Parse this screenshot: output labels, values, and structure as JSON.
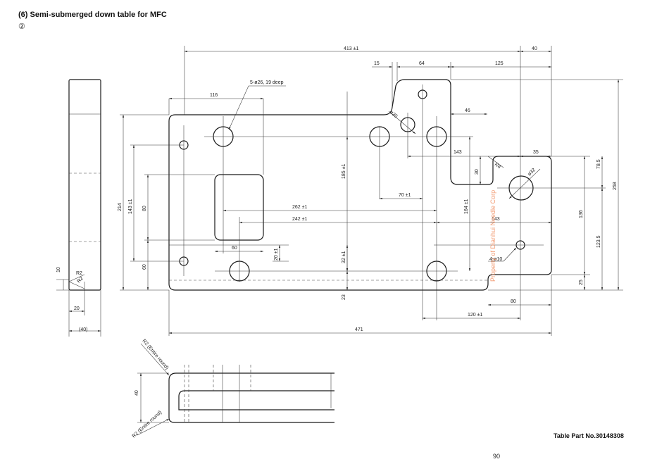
{
  "header": {
    "title": "(6) Semi-submerged down table for MFC",
    "subtitle": "②"
  },
  "footer": {
    "part_number": "Table Part No.30148308",
    "page_number": "90"
  },
  "watermark": "Property of Dianhui Needle Corp",
  "notes": {
    "holes_large": "5-ø26, 19 deep",
    "hole_20": "ø20",
    "hole_32": "ø32",
    "holes_small": "4-ø10",
    "radius_r4": "R4",
    "radius_r2_a": "R2",
    "radius_r2_b": "R2",
    "round_top": "R2 (Entire round)",
    "round_bottom": "R2 (Entire round)"
  },
  "dimensions": {
    "d413": "413 ±1",
    "d40": "40",
    "d15": "15",
    "d64": "64",
    "d125": "125",
    "d116": "116",
    "d46": "46",
    "d143a": "143",
    "d35": "35",
    "d30": "30",
    "d185": "185 ±1",
    "d70": "70 ±1",
    "d262": "262 ±1",
    "d242": "242 ±1",
    "d164": "164 ±1",
    "d143b": "143",
    "d60h": "60",
    "d20": "20 ±1",
    "d32": "32 ±1",
    "d23": "23",
    "d80h": "80",
    "d120": "120 ±1",
    "d471": "471",
    "d214": "214",
    "d143v": "143 ±1",
    "d80v": "80",
    "d60v": "60",
    "d78": "78.5",
    "d136": "136",
    "d123": "123.5",
    "d258": "258",
    "d25": "25",
    "s10": "10",
    "s20": "20",
    "s40": "(40)",
    "b40": "40"
  }
}
